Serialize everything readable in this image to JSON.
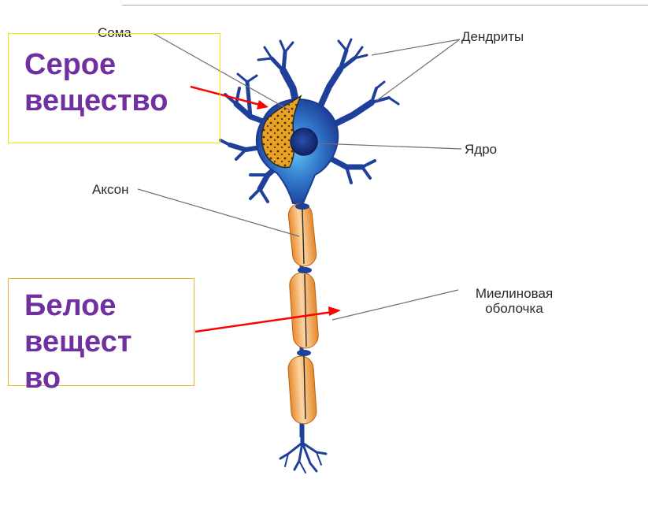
{
  "labels": {
    "soma": "Сома",
    "dendrites": "Дендриты",
    "nucleus": "Ядро",
    "axon": "Аксон",
    "myelin_line1": "Миелиновая",
    "myelin_line2": "оболочка"
  },
  "callouts": {
    "gray_matter": {
      "line1": "Серое",
      "line2": "вещество"
    },
    "white_matter": {
      "line1": "Белое",
      "line2": "вещест",
      "line3": "во"
    }
  },
  "colors": {
    "callout_text": "#7030a0",
    "gray_box_border": "#f5e60a",
    "white_box_border": "#f0b030",
    "arrow": "#ff0000",
    "neuron_blue": "#1e3f9a",
    "myelin_orange": "#f2a44a"
  }
}
